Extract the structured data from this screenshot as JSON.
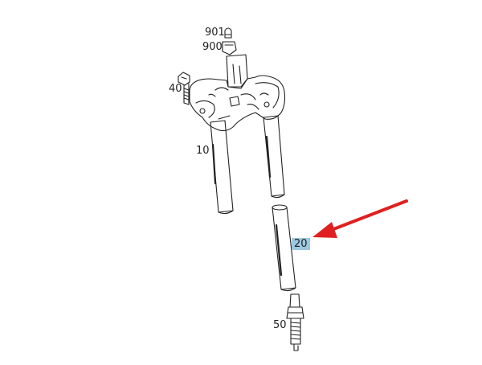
{
  "diagram": {
    "callouts": [
      {
        "id": "901",
        "label": "901"
      },
      {
        "id": "900",
        "label": "900"
      },
      {
        "id": "40",
        "label": "40"
      },
      {
        "id": "10",
        "label": "10"
      },
      {
        "id": "20",
        "label": "20",
        "highlighted": true,
        "highlight_color": "#9cc8e0"
      },
      {
        "id": "50",
        "label": "50"
      }
    ],
    "pointer_arrow": {
      "color": "#e02020",
      "target": "20"
    },
    "line_color": "#222222"
  }
}
